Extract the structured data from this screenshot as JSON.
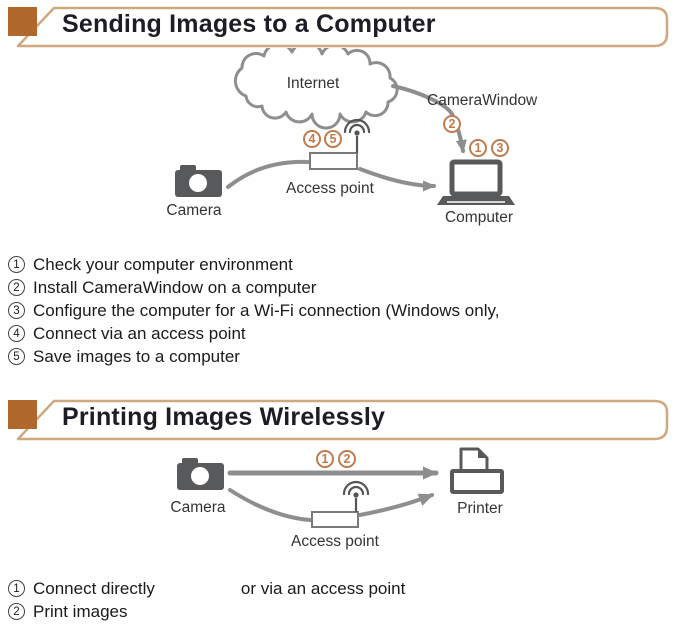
{
  "colors": {
    "header_border_tan": "#d0a880",
    "header_square_brown": "#b0682c",
    "header_text": "#1d1d26",
    "diagram_line_gray": "#8e8e8e",
    "icon_dark_gray": "#58595b",
    "marker_orange": "#c07b4f",
    "body_text": "#1b1b1b"
  },
  "section1": {
    "title": "Sending Images to a Computer",
    "diagram": {
      "internet_label": "Internet",
      "camerawindow_label": "CameraWindow",
      "camera_label": "Camera",
      "access_point_label": "Access point",
      "computer_label": "Computer",
      "markers": {
        "install_arrow": "2",
        "computer_left": "1",
        "computer_right": "3",
        "access_point_left": "4",
        "access_point_right": "5"
      }
    },
    "steps": [
      {
        "num": "1",
        "text": "Check your computer environment"
      },
      {
        "num": "2",
        "text": "Install CameraWindow on a computer"
      },
      {
        "num": "3",
        "text": "Configure the computer for a Wi-Fi connection (Windows only,"
      },
      {
        "num": "4",
        "text": "Connect via an access point"
      },
      {
        "num": "5",
        "text": "Save images to a computer"
      }
    ]
  },
  "section2": {
    "title": "Printing Images Wirelessly",
    "diagram": {
      "camera_label": "Camera",
      "access_point_label": "Access point",
      "printer_label": "Printer",
      "markers": {
        "direct_left": "1",
        "direct_right": "2"
      }
    },
    "steps": [
      {
        "num": "1",
        "text": "Connect directly",
        "text_suffix": "or via an access point"
      },
      {
        "num": "2",
        "text": "Print images"
      }
    ]
  }
}
